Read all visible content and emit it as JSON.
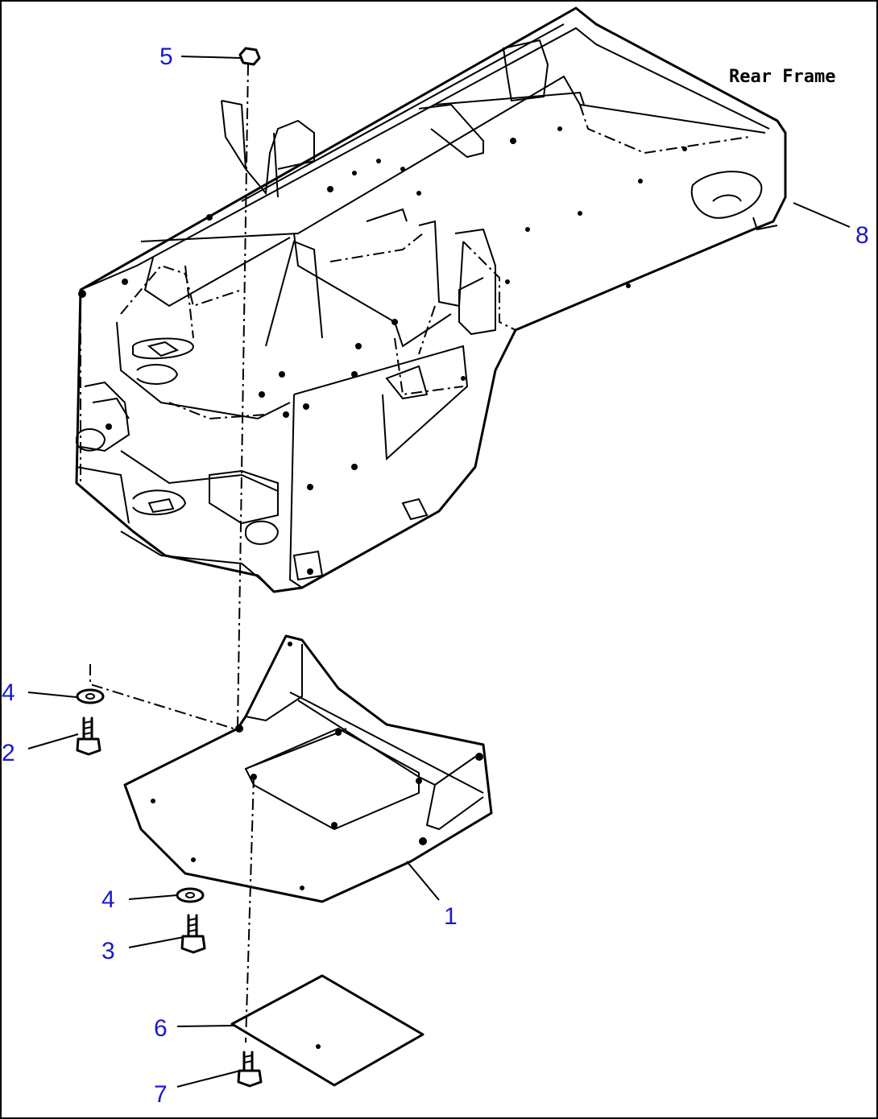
{
  "diagram": {
    "frame_label": "Rear Frame",
    "callouts": [
      {
        "id": "c1",
        "label": "1"
      },
      {
        "id": "c2",
        "label": "2"
      },
      {
        "id": "c3",
        "label": "3"
      },
      {
        "id": "c4a",
        "label": "4"
      },
      {
        "id": "c4b",
        "label": "4"
      },
      {
        "id": "c5",
        "label": "5"
      },
      {
        "id": "c6",
        "label": "6"
      },
      {
        "id": "c7",
        "label": "7"
      },
      {
        "id": "c8",
        "label": "8"
      }
    ],
    "colors": {
      "callout": "#1a1acc",
      "line": "#000000",
      "background": "#ffffff"
    }
  }
}
